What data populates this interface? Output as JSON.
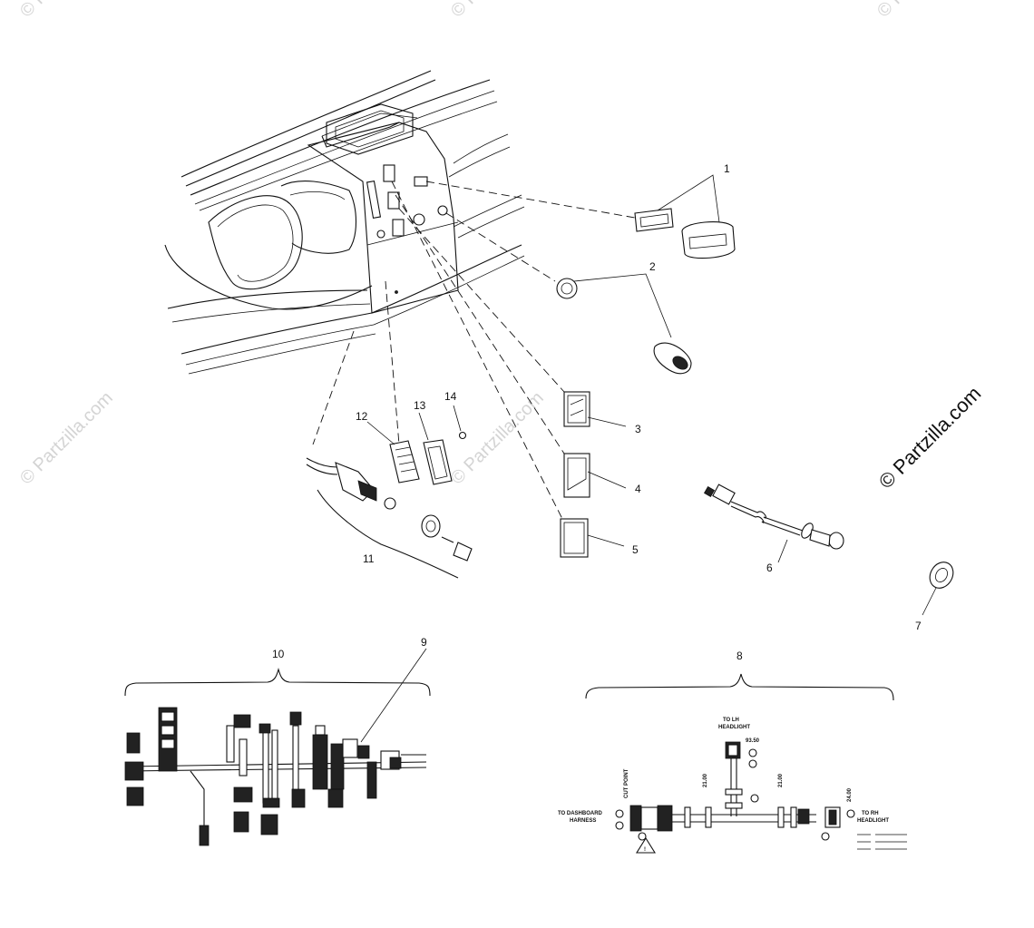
{
  "watermark": "© Partzilla.com",
  "callouts": {
    "c1": "1",
    "c2": "2",
    "c3": "3",
    "c4": "4",
    "c5": "5",
    "c6": "6",
    "c7": "7",
    "c8": "8",
    "c9": "9",
    "c10": "10",
    "c11": "11",
    "c12": "12",
    "c13": "13",
    "c14": "14"
  },
  "harness_labels": {
    "lh_headlight": [
      "TO LH",
      "HEADLIGHT"
    ],
    "rh_headlight": [
      "TO RH",
      "HEADLIGHT"
    ],
    "dashboard": [
      "TO DASHBOARD",
      "HARNESS"
    ],
    "dim_top": "93.50",
    "dim_right": "24.00",
    "dim_mid_a": "21.00",
    "dim_mid_b": "21.00",
    "cut_point": "CUT POINT"
  }
}
